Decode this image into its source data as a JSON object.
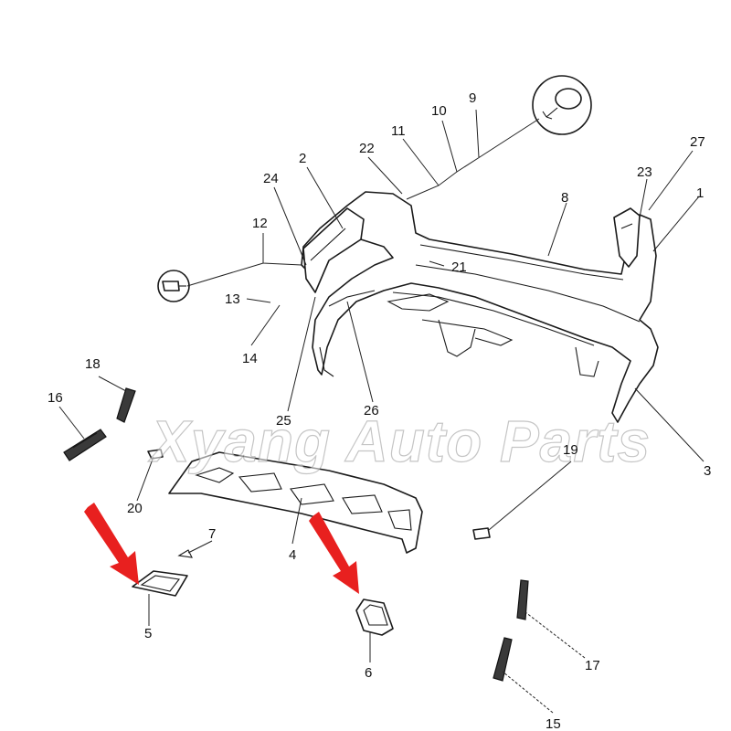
{
  "watermark": "Xyang Auto Parts",
  "colors": {
    "arrow": "#e8201f",
    "line": "#1a1a1a"
  },
  "labels": {
    "n1": "1",
    "n2": "2",
    "n3": "3",
    "n4": "4",
    "n5": "5",
    "n6": "6",
    "n7": "7",
    "n8": "8",
    "n9": "9",
    "n10": "10",
    "n11": "11",
    "n12": "12",
    "n13": "13",
    "n14": "14",
    "n15": "15",
    "n16": "16",
    "n17": "17",
    "n18": "18",
    "n19": "19",
    "n20": "20",
    "n21": "21",
    "n22": "22",
    "n23": "23",
    "n24": "24",
    "n25": "25",
    "n26": "26",
    "n27": "27"
  }
}
